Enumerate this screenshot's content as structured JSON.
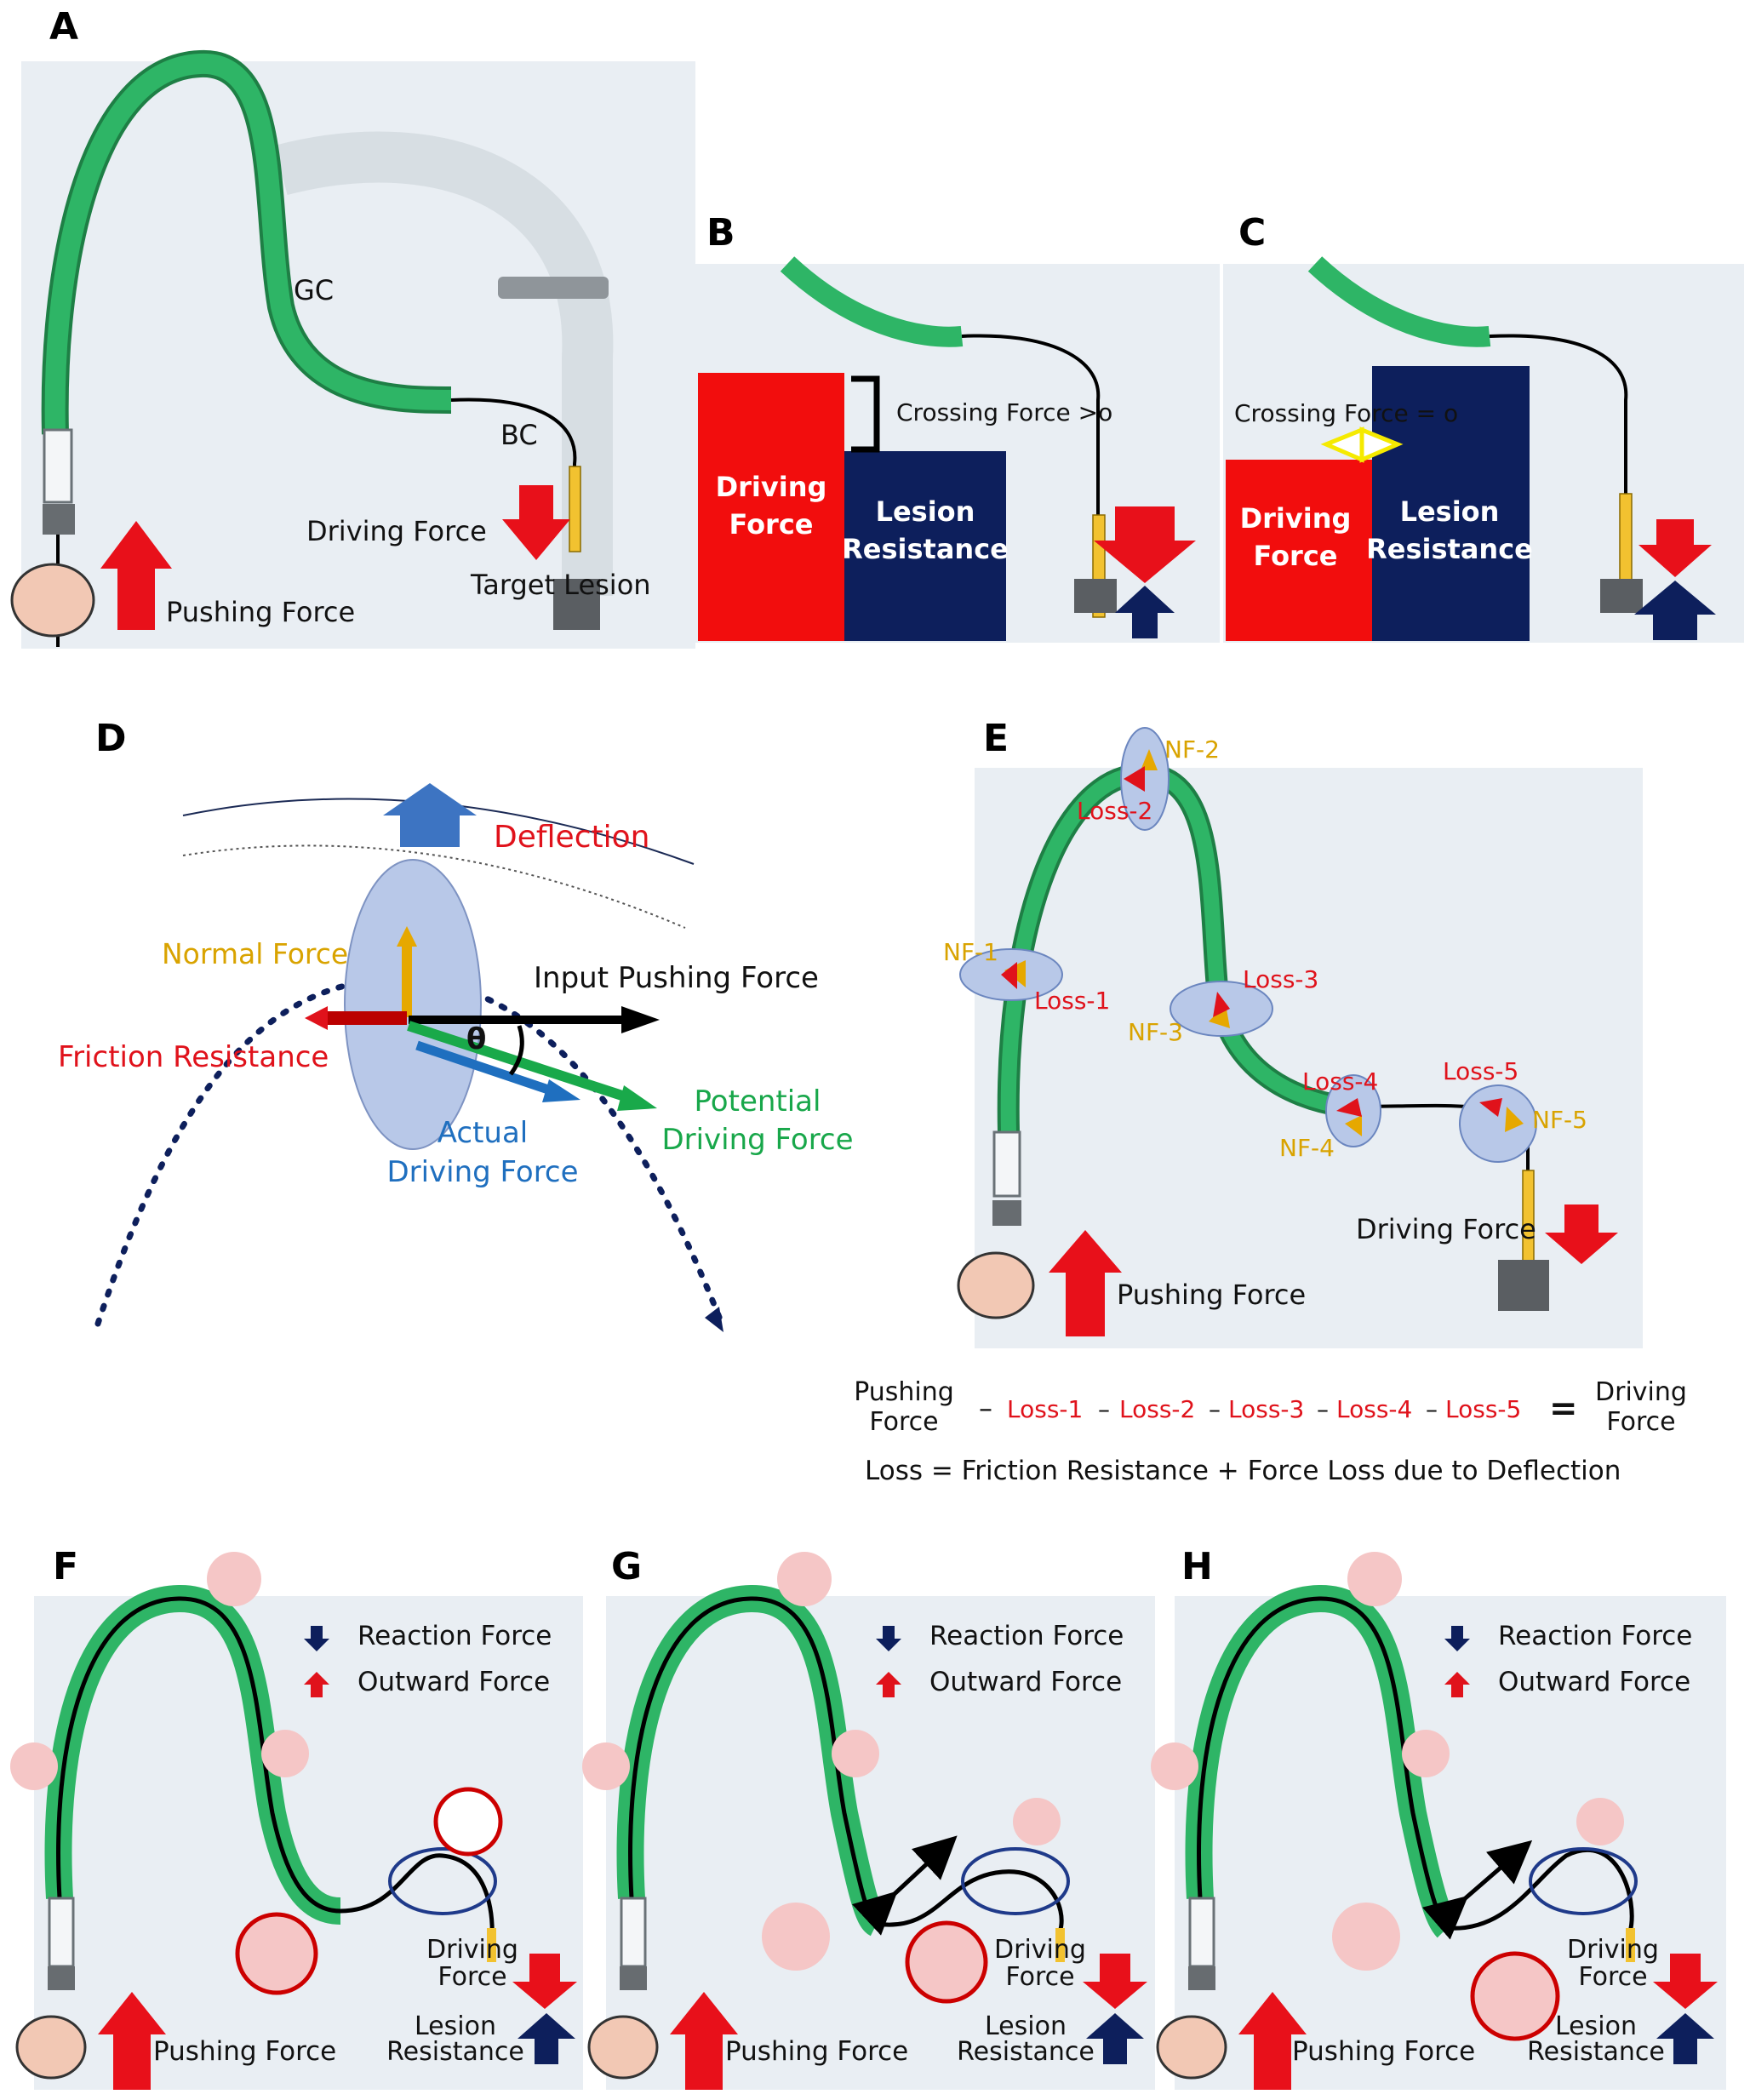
{
  "panels": {
    "A": {
      "letter": "A",
      "gc": "GC",
      "bc": "BC",
      "driving_force": "Driving Force",
      "target_lesion": "Target Lesion",
      "pushing_force": "Pushing Force"
    },
    "B": {
      "letter": "B",
      "crossing_force": "Crossing Force >o",
      "driving_force_l1": "Driving",
      "driving_force_l2": "Force",
      "lesion_l1": "Lesion",
      "lesion_l2": "Resistance"
    },
    "C": {
      "letter": "C",
      "crossing_force": "Crossing Force = o",
      "driving_force_l1": "Driving",
      "driving_force_l2": "Force",
      "lesion_l1": "Lesion",
      "lesion_l2": "Resistance"
    },
    "D": {
      "letter": "D",
      "deflection": "Deflection",
      "normal_force": "Normal Force",
      "input_pushing_force": "Input Pushing Force",
      "friction_resistance": "Friction Resistance",
      "theta": "θ",
      "potential_l1": "Potential",
      "potential_l2": "Driving Force",
      "actual_l1": "Actual",
      "actual_l2": "Driving Force"
    },
    "E": {
      "letter": "E",
      "nf1": "NF-1",
      "nf2": "NF-2",
      "nf3": "NF-3",
      "nf4": "NF-4",
      "nf5": "NF-5",
      "loss1": "Loss-1",
      "loss2": "Loss-2",
      "loss3": "Loss-3",
      "loss4": "Loss-4",
      "loss5": "Loss-5",
      "driving_force": "Driving Force",
      "pushing_force": "Pushing Force"
    },
    "equation": {
      "pushing_l1": "Pushing",
      "pushing_l2": "Force",
      "minus": "–",
      "terms": [
        "Loss-1",
        "Loss-2",
        "Loss-3",
        "Loss-4",
        "Loss-5"
      ],
      "equals": "=",
      "driving_l1": "Driving",
      "driving_l2": "Force",
      "loss_def": "Loss = Friction Resistance + Force Loss due to Deflection"
    },
    "F": {
      "letter": "F",
      "reaction_force": "Reaction Force",
      "outward_force": "Outward Force",
      "driving_l1": "Driving",
      "driving_l2": "Force",
      "lesion_l1": "Lesion",
      "lesion_l2": "Resistance",
      "pushing_force": "Pushing Force"
    },
    "G": {
      "letter": "G",
      "reaction_force": "Reaction Force",
      "outward_force": "Outward Force",
      "driving_l1": "Driving",
      "driving_l2": "Force",
      "lesion_l1": "Lesion",
      "lesion_l2": "Resistance",
      "pushing_force": "Pushing Force"
    },
    "H": {
      "letter": "H",
      "reaction_force": "Reaction Force",
      "outward_force": "Outward Force",
      "driving_l1": "Driving",
      "driving_l2": "Force",
      "lesion_l1": "Lesion",
      "lesion_l2": "Resistance",
      "pushing_force": "Pushing Force"
    }
  },
  "colors": {
    "catheter_green": "#2eb566",
    "red": "#e0121b",
    "navy": "#0d1f5c",
    "gold": "#e0a800",
    "blue": "#1f6fbf",
    "sky": "#b8c8e8"
  }
}
